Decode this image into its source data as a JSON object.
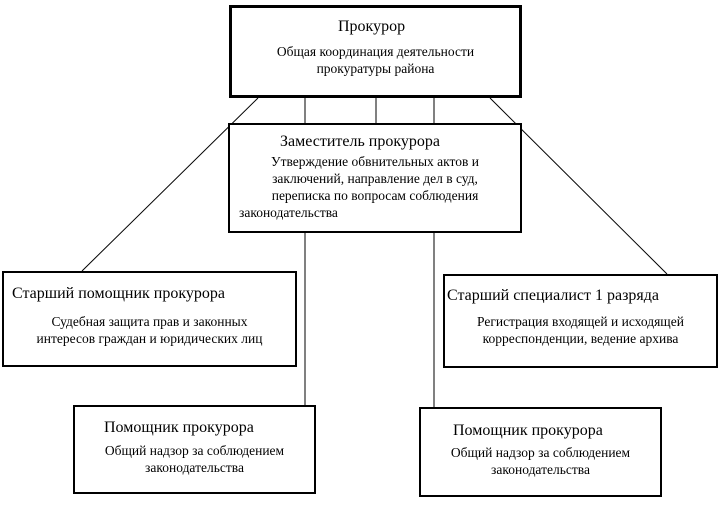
{
  "prosecutor": {
    "title": "Прокурор",
    "desc": [
      "Общая координация деятельности",
      "прокуратуры района"
    ]
  },
  "deputy": {
    "title": "Заместитель прокурора",
    "desc": [
      "Утверждение обвнительных актов и",
      "заключений, направление дел в суд,",
      "переписка по вопросам соблюдения",
      "законодательства"
    ]
  },
  "senior_assistant": {
    "title": "Старший помощник прокурора",
    "desc": [
      "Судебная защита прав и законных",
      "интересов граждан и юридических лиц"
    ]
  },
  "senior_specialist": {
    "title": "Старший специалист 1 разряда",
    "desc": [
      "Регистрация входящей и исходящей",
      "корреспонденции, ведение архива"
    ]
  },
  "assistant_left": {
    "title": "Помощник прокурора",
    "desc": [
      "Общий надзор за соблюдением",
      "законодательства"
    ]
  },
  "assistant_right": {
    "title": "Помощник прокурора",
    "desc": [
      "Общий надзор за соблюдением",
      "законодательства"
    ]
  }
}
